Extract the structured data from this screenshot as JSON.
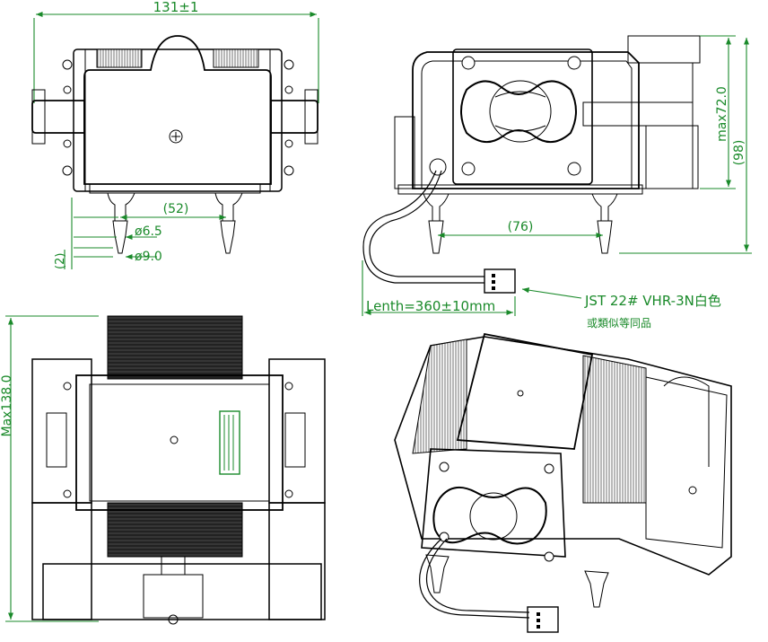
{
  "dimensions": {
    "top_width": "131±1",
    "pitch_front": "(52)",
    "d_inner": "ø6.5",
    "d_outer": "ø9.0",
    "nozzle_step": "(2)",
    "pitch_side": "(76)",
    "max_height": "max72.0",
    "overall_height": "(98)",
    "max_length": "Max138.0"
  },
  "annotations": {
    "lead_length": "Lenth=360±10mm",
    "connector_spec": "JST 22# VHR-3N白色",
    "connector_alt": "或類似等同品"
  },
  "colors": {
    "dimension": "#1a8a2a",
    "line": "#000000"
  }
}
